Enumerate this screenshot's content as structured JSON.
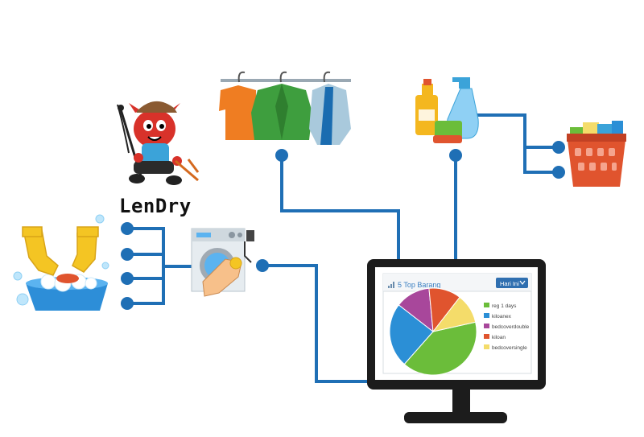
{
  "brand": {
    "name": "LenDry"
  },
  "widget": {
    "title": "5 Top Barang",
    "dropdown_label": "Hari Ini",
    "chart_data": {
      "type": "pie",
      "title": "5 Top Barang",
      "categories": [
        "reg 1 days",
        "kiloanex",
        "bedcoverdouble",
        "kiloan",
        "bedcoversingle"
      ],
      "values": [
        40,
        24,
        13,
        12,
        11
      ],
      "colors": [
        "#6bbd3a",
        "#2b8fd6",
        "#a8479b",
        "#e0542e",
        "#f4dc6a"
      ],
      "legend_position": "right"
    }
  },
  "colors": {
    "connector": "#1f6fb5",
    "node": "#1f6fb5",
    "monitor_frame": "#1c1c1c"
  },
  "icons": {
    "hand_washing": "hand-washing-gloves-icon",
    "washing_machine": "washing-machine-icon",
    "clothes_rack": "clothes-rack-icon",
    "cleaning_supplies": "cleaning-supplies-icon",
    "laundry_basket": "laundry-basket-icon",
    "mascot": "mascot-icon"
  }
}
